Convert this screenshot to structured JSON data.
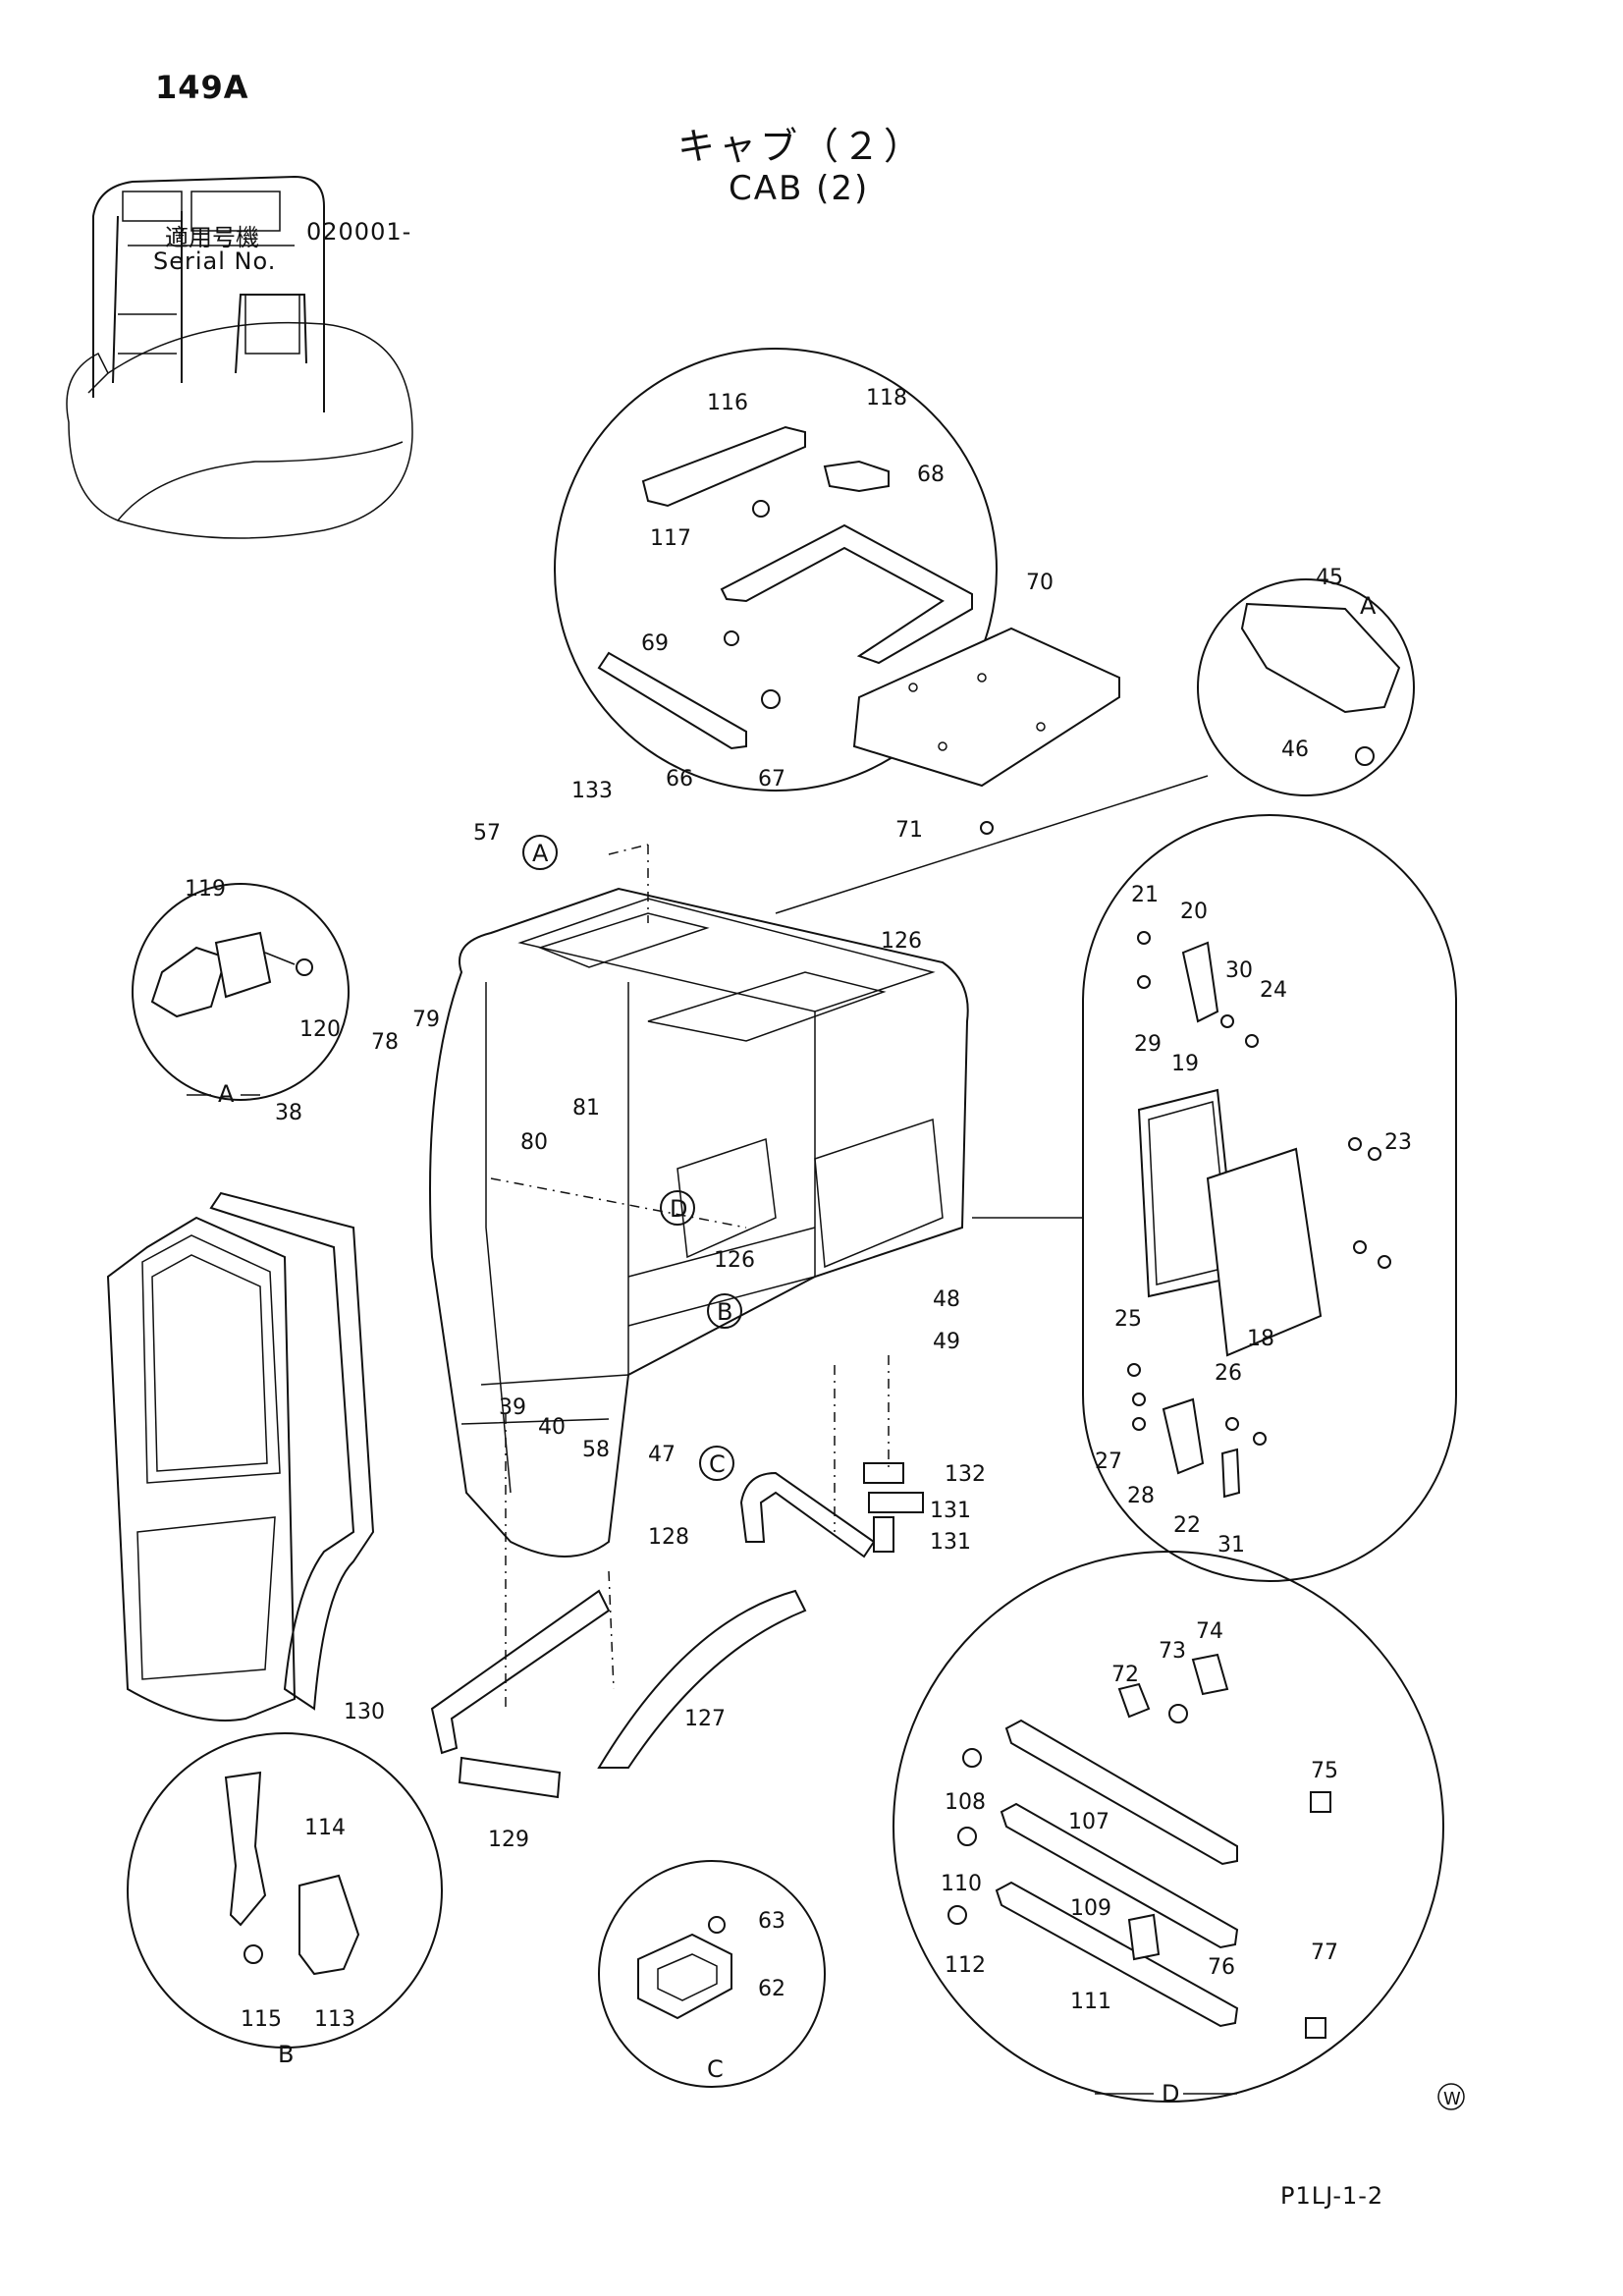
{
  "header": {
    "page_no": "149A",
    "title_jp": "キャブ（２）",
    "title_en": "CAB (2)",
    "serial_label_jp": "適用号機",
    "serial_value": "020001-",
    "serial_label_en": "Serial No."
  },
  "footer": {
    "doc_code": "P1LJ-1-2"
  },
  "view_labels": {
    "a": "A",
    "b": "B",
    "c": "C",
    "d": "D",
    "w": "W"
  },
  "callouts": [
    "116",
    "118",
    "68",
    "117",
    "70",
    "69",
    "66",
    "67",
    "71",
    "133",
    "57",
    "126",
    "45",
    "46",
    "21",
    "20",
    "30",
    "24",
    "29",
    "19",
    "23",
    "18",
    "25",
    "26",
    "27",
    "28",
    "22",
    "31",
    "119",
    "120",
    "78",
    "79",
    "81",
    "80",
    "38",
    "48",
    "49",
    "39",
    "40",
    "58",
    "47",
    "132",
    "131",
    "128",
    "130",
    "127",
    "129",
    "114",
    "115",
    "113",
    "63",
    "62",
    "74",
    "72",
    "73",
    "75",
    "108",
    "107",
    "110",
    "109",
    "76",
    "112",
    "111",
    "77"
  ]
}
